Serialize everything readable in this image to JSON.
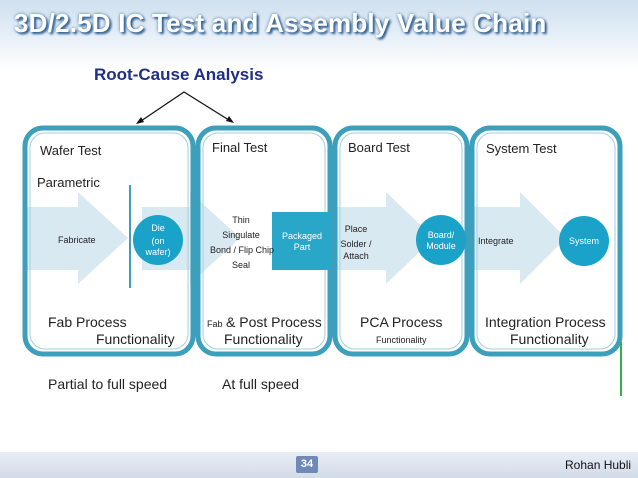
{
  "slide": {
    "title": "3D/2.5D IC Test and Assembly Value Chain",
    "root_cause_label": "Root-Cause Analysis",
    "page_number": "34",
    "author": "Rohan Hubli"
  },
  "stages": [
    {
      "title": "Wafer Test"
    },
    {
      "title": "Final Test"
    },
    {
      "title": "Board Test"
    },
    {
      "title": "System Test"
    }
  ],
  "wafer": {
    "parametric": "Parametric",
    "fabricate": "Fabricate",
    "die_circle": [
      "Die",
      "(on",
      "wafer)"
    ],
    "bottom_line1": "Fab Process",
    "bottom_line2": "Functionality"
  },
  "final": {
    "steps": [
      "Thin",
      "Singulate",
      "Bond / Flip Chip",
      "Seal"
    ],
    "packaged_part": [
      "Packaged",
      "Part"
    ],
    "bottom_prefix": "Fab",
    "bottom_line1": "& Post Process",
    "bottom_line2": "Functionality"
  },
  "board": {
    "steps": [
      "Place",
      "Solder /",
      "Attach"
    ],
    "board_circle": [
      "Board/",
      "Module"
    ],
    "bottom_line1": "PCA Process",
    "bottom_line2": "Functionality"
  },
  "system": {
    "integrate": "Integrate",
    "system_circle": "System",
    "bottom_line1": "Integration Process",
    "bottom_line2": "Functionality"
  },
  "speed": {
    "partial": "Partial to full speed",
    "full": "At full speed"
  },
  "colors": {
    "frame": "#3c9fbc",
    "arrow_fill": "#d8e9f1",
    "circle": "#1aa2c8",
    "box": "#29a7c9",
    "title_shadow": "#2f5f8f",
    "rca_text": "#1f2f84",
    "green_line": "#2db34a"
  }
}
